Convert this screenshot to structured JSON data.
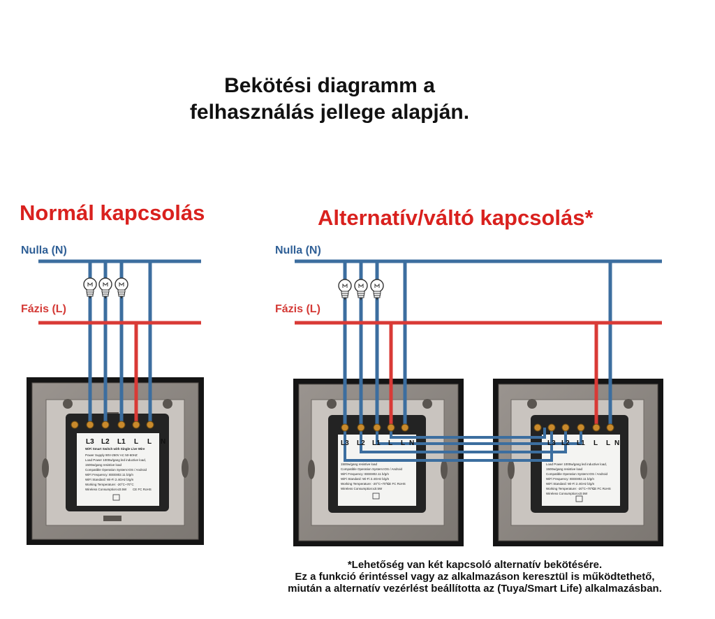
{
  "header": {
    "title_line1": "Bekötési diagramm a",
    "title_line2": "felhasználás jellege alapján."
  },
  "sections": {
    "normal": {
      "title": "Normál kapcsolás",
      "neutral_label": "Nulla (N)",
      "phase_label": "Fázis (L)",
      "terminals": [
        "L3",
        "L2",
        "L1",
        "L",
        "L",
        "N"
      ]
    },
    "alternative": {
      "title": "Alternatív/váltó kapcsolás*",
      "neutral_label": "Nulla (N)",
      "phase_label": "Fázis (L)",
      "terminals_left": [
        "L3",
        "L2",
        "L1",
        "L",
        "L",
        "N"
      ],
      "terminals_right": [
        "L3",
        "L2",
        "L1",
        "L",
        "L",
        "N"
      ]
    }
  },
  "switch_label": {
    "product": "WiFi Smart Switch with Single Live Wire",
    "specs": [
      "Power Supply 90V-250V AC  50-60HZ",
      "Load Power 1000w/gang led inductive load,",
      "1500w/gang resistive load",
      "Compatible Operation System:IOS / Android",
      "WiFi Frequency: IEEE802.11 b/g/n",
      "WiFi Standard: Wi-Fi 2.4GHz b/g/n",
      "Working Temperature: -20°C~70°C",
      "Wireless Consumption:≤0.5W",
      "CE FC RoHS"
    ]
  },
  "footnote": {
    "line1": "*Lehetőség van két kapcsoló alternatív bekötésére.",
    "line2": "Ez a funkció érintéssel vagy az alkalmazáson keresztül is működtethető,",
    "line3": "miután a alternatív vezérlést beállította az (Tuya/Smart Life) alkalmazásban."
  },
  "colors": {
    "neutral_wire": "#3c6e9f",
    "phase_wire": "#d93a36",
    "title_red": "#d9211e",
    "panel_frame": "#8a8480",
    "panel_body": "#1a1a1a"
  },
  "icons": [
    "light-bulb-icon",
    "wifi-smart-switch-icon"
  ]
}
